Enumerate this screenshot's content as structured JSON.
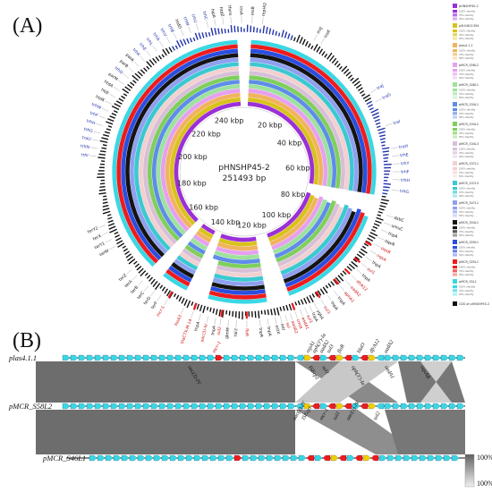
{
  "panel_a": {
    "label": "(A)",
    "center_name": "pHNSHP45-2",
    "center_size": "251493 bp",
    "kbp_ticks": [
      "20 kbp",
      "40 kbp",
      "60 kbp",
      "80 kbp",
      "100 kbp",
      "120 kbp",
      "140 kbp",
      "160 kbp",
      "180 kbp",
      "200 kbp",
      "220 kbp",
      "240 kbp"
    ],
    "rings": [
      {
        "color": "#9b30d8"
      },
      {
        "color": "#d9c21c"
      },
      {
        "color": "#f0b45e"
      },
      {
        "color": "#e6a0ef"
      },
      {
        "color": "#9de29d"
      },
      {
        "color": "#5e8de8"
      },
      {
        "color": "#7fcf5c"
      },
      {
        "color": "#d8bfd8"
      },
      {
        "color": "#f2d0d0"
      },
      {
        "color": "#3bc9d1"
      },
      {
        "color": "#8fa0f0"
      },
      {
        "color": "#141414"
      },
      {
        "color": "#2a4ee0"
      },
      {
        "color": "#ee1c1c"
      },
      {
        "color": "#3ad7e4"
      }
    ],
    "gene_labels": [
      {
        "text": "repHI2",
        "color": "#111",
        "a": 7
      },
      {
        "text": "insB",
        "color": "#111",
        "a": 3
      },
      {
        "text": "insA",
        "color": "#111",
        "a": 359
      },
      {
        "text": "tfans",
        "color": "#111",
        "a": 355
      },
      {
        "text": "htdZ",
        "color": "#111",
        "a": 352
      },
      {
        "text": "hipA",
        "color": "#111",
        "a": 349
      },
      {
        "text": "trhC",
        "color": "#2233aa",
        "a": 346
      },
      {
        "text": "trhU",
        "color": "#2233aa",
        "a": 342
      },
      {
        "text": "trhN",
        "color": "#2233aa",
        "a": 339
      },
      {
        "text": "htdO",
        "color": "#111",
        "a": 336
      },
      {
        "text": "trhB",
        "color": "#2233aa",
        "a": 333
      },
      {
        "text": "trhV",
        "color": "#2233aa",
        "a": 330
      },
      {
        "text": "trhA",
        "color": "#2233aa",
        "a": 327
      },
      {
        "text": "trhL",
        "color": "#2233aa",
        "a": 324
      },
      {
        "text": "trhE",
        "color": "#2233aa",
        "a": 321
      },
      {
        "text": "trhK",
        "color": "#2233aa",
        "a": 318
      },
      {
        "text": "parA",
        "color": "#111",
        "a": 315
      },
      {
        "text": "parB",
        "color": "#111",
        "a": 312
      },
      {
        "text": "trhO",
        "color": "#2233aa",
        "a": 309
      },
      {
        "text": "parM",
        "color": "#111",
        "a": 306
      },
      {
        "text": "htdA",
        "color": "#111",
        "a": 303
      },
      {
        "text": "htdI",
        "color": "#111",
        "a": 300
      },
      {
        "text": "htdK",
        "color": "#111",
        "a": 297
      },
      {
        "text": "trhW",
        "color": "#2233aa",
        "a": 294
      },
      {
        "text": "trhF",
        "color": "#2233aa",
        "a": 291
      },
      {
        "text": "trhH",
        "color": "#2233aa",
        "a": 288
      },
      {
        "text": "trhG",
        "color": "#2233aa",
        "a": 285
      },
      {
        "text": "traU",
        "color": "#2233aa",
        "a": 282
      },
      {
        "text": "trhN",
        "color": "#2233aa",
        "a": 279
      },
      {
        "text": "trhI",
        "color": "#2233aa",
        "a": 276
      },
      {
        "text": "insJ",
        "color": "#111",
        "a": 28
      },
      {
        "text": "insK",
        "color": "#111",
        "a": 31
      },
      {
        "text": "traJ",
        "color": "#2233aa",
        "a": 58
      },
      {
        "text": "traG",
        "color": "#2233aa",
        "a": 62
      },
      {
        "text": "traI",
        "color": "#2233aa",
        "a": 72
      },
      {
        "text": "traH",
        "color": "#2233aa",
        "a": 81
      },
      {
        "text": "trhE",
        "color": "#2233aa",
        "a": 84
      },
      {
        "text": "trhY",
        "color": "#2233aa",
        "a": 87
      },
      {
        "text": "trhF",
        "color": "#2233aa",
        "a": 90
      },
      {
        "text": "trhH",
        "color": "#2233aa",
        "a": 93
      },
      {
        "text": "trhG",
        "color": "#2233aa",
        "a": 97
      },
      {
        "text": "dsbC",
        "color": "#111",
        "a": 107
      },
      {
        "text": "umuC",
        "color": "#111",
        "a": 110
      },
      {
        "text": "tnpA",
        "color": "#111",
        "a": 113
      },
      {
        "text": "oqxR",
        "color": "#111",
        "a": 116
      },
      {
        "text": "oqxB",
        "color": "#cc1111",
        "a": 119
      },
      {
        "text": "oqxA",
        "color": "#cc1111",
        "a": 122
      },
      {
        "text": "tnpA",
        "color": "#111",
        "a": 125
      },
      {
        "text": "sul1",
        "color": "#cc1111",
        "a": 128
      },
      {
        "text": "tnpA",
        "color": "#111",
        "a": 131
      },
      {
        "text": "dfrA12",
        "color": "#cc1111",
        "a": 134
      },
      {
        "text": "aadA2",
        "color": "#cc1111",
        "a": 137
      },
      {
        "text": "aphA1",
        "color": "#cc1111",
        "a": 140
      },
      {
        "text": "tnpA",
        "color": "#111",
        "a": 143
      },
      {
        "text": "tnpA",
        "color": "#111",
        "a": 146
      },
      {
        "text": "sul3",
        "color": "#cc1111",
        "a": 149
      },
      {
        "text": "ygkA",
        "color": "#111",
        "a": 152
      },
      {
        "text": "tnpA",
        "color": "#111",
        "a": 154
      },
      {
        "text": "sul3",
        "color": "#cc1111",
        "a": 156
      },
      {
        "text": "aadA1",
        "color": "#cc1111",
        "a": 158
      },
      {
        "text": "cmlA",
        "color": "#cc1111",
        "a": 160
      },
      {
        "text": "aadA2",
        "color": "#cc1111",
        "a": 162
      },
      {
        "text": "sul",
        "color": "#cc1111",
        "a": 164
      },
      {
        "text": "intI",
        "color": "#111",
        "a": 166
      },
      {
        "text": "estX",
        "color": "#111",
        "a": 168
      },
      {
        "text": "tnpA",
        "color": "#111",
        "a": 171
      },
      {
        "text": "tnpR",
        "color": "#111",
        "a": 174
      },
      {
        "text": "floR",
        "color": "#cc1111",
        "a": 179
      },
      {
        "text": "hlr2",
        "color": "#111",
        "a": 183
      },
      {
        "text": "glmM",
        "color": "#111",
        "a": 186
      },
      {
        "text": "sul2",
        "color": "#cc1111",
        "a": 189
      },
      {
        "text": "tnpA",
        "color": "#111",
        "a": 191
      },
      {
        "text": "aac(3)-IV",
        "color": "#cc1111",
        "a": 194
      },
      {
        "text": "tnpA",
        "color": "#111",
        "a": 197
      },
      {
        "text": "blaCTX-M-14",
        "color": "#cc1111",
        "a": 200
      },
      {
        "text": "fosA3",
        "color": "#cc1111",
        "a": 204
      },
      {
        "text": "mcr-1",
        "color": "#cc1111",
        "a": 211
      },
      {
        "text": "terF",
        "color": "#111",
        "a": 214
      },
      {
        "text": "terD",
        "color": "#111",
        "a": 217
      },
      {
        "text": "terC",
        "color": "#111",
        "a": 220
      },
      {
        "text": "terB",
        "color": "#111",
        "a": 223
      },
      {
        "text": "terA",
        "color": "#111",
        "a": 226
      },
      {
        "text": "terZ",
        "color": "#111",
        "a": 229
      },
      {
        "text": "terW",
        "color": "#111",
        "a": 240
      },
      {
        "text": "terY1",
        "color": "#111",
        "a": 243
      },
      {
        "text": "terX",
        "color": "#111",
        "a": 246
      },
      {
        "text": "terY2",
        "color": "#111",
        "a": 249
      }
    ],
    "legend": [
      {
        "name": "pHNSHP45-2",
        "color": "#9b30d8"
      },
      {
        "name": "pSH16G1394",
        "color": "#d9c21c"
      },
      {
        "name": "plas4.1.1",
        "color": "#f0b45e"
      },
      {
        "name": "pMCR_S58L2",
        "color": "#e6a0ef"
      },
      {
        "name": "pMCR_S48L1",
        "color": "#9de29d"
      },
      {
        "name": "pMCR_S34L1",
        "color": "#5e8de8"
      },
      {
        "name": "pMCR_S34L2",
        "color": "#7fcf5c"
      },
      {
        "name": "pMCR_S34L3",
        "color": "#d8bfd8"
      },
      {
        "name": "pMCR_S37L1",
        "color": "#f2d0d0"
      },
      {
        "name": "pMCR_S37L3",
        "color": "#3bc9d1"
      },
      {
        "name": "pMCR_S47L1",
        "color": "#8fa0f0"
      },
      {
        "name": "pMCR_S54L1",
        "color": "#141414"
      },
      {
        "name": "pMCR_S59L1",
        "color": "#2a4ee0"
      },
      {
        "name": "pMCR_S55L1",
        "color": "#ee1c1c"
      },
      {
        "name": "pMCR_S5L1",
        "color": "#3ad7e4"
      }
    ],
    "legend_identity": [
      "100% identity",
      "70% identity",
      "50% identity"
    ],
    "legend_cds": "CDS of pHNSHP45-2"
  },
  "panel_b": {
    "label": "(B)",
    "tracks": [
      {
        "name": "plas4.1.1"
      },
      {
        "name": "pMCR_S58L2"
      },
      {
        "name": "pMCR_S46L1"
      }
    ],
    "gene_labels_top": [
      {
        "text": "mcr-1",
        "color": "#cc1111"
      },
      {
        "text": "repA1",
        "color": "#111"
      },
      {
        "text": "aph(3')-Ia",
        "color": "#111"
      },
      {
        "text": "aadA2",
        "color": "#111"
      },
      {
        "text": "sul3",
        "color": "#111"
      },
      {
        "text": "floR",
        "color": "#111"
      },
      {
        "text": "blaO",
        "color": "#111"
      },
      {
        "text": "dfrA12",
        "color": "#111"
      },
      {
        "text": "aadA2",
        "color": "#111"
      }
    ],
    "gene_labels_mid": [
      {
        "text": "aac(3)-IV",
        "color": "#111"
      },
      {
        "text": "ISEcp1",
        "color": "#111"
      },
      {
        "text": "sul1",
        "color": "#111"
      },
      {
        "text": "aph(3')-Ia",
        "color": "#111"
      },
      {
        "text": "aadA1",
        "color": "#111"
      },
      {
        "text": "oqxAB",
        "color": "#111"
      }
    ],
    "gene_labels_bottom": [
      {
        "text": "aac(3)-IV",
        "color": "#111"
      },
      {
        "text": "ISEcp1",
        "color": "#111"
      },
      {
        "text": "mcr-1",
        "color": "#111"
      },
      {
        "text": "sul1",
        "color": "#111"
      },
      {
        "text": "aac(3)-IV",
        "color": "#111"
      },
      {
        "text": "sul2",
        "color": "#111"
      }
    ],
    "scale": {
      "top": "100%",
      "bottom": "100%"
    }
  }
}
